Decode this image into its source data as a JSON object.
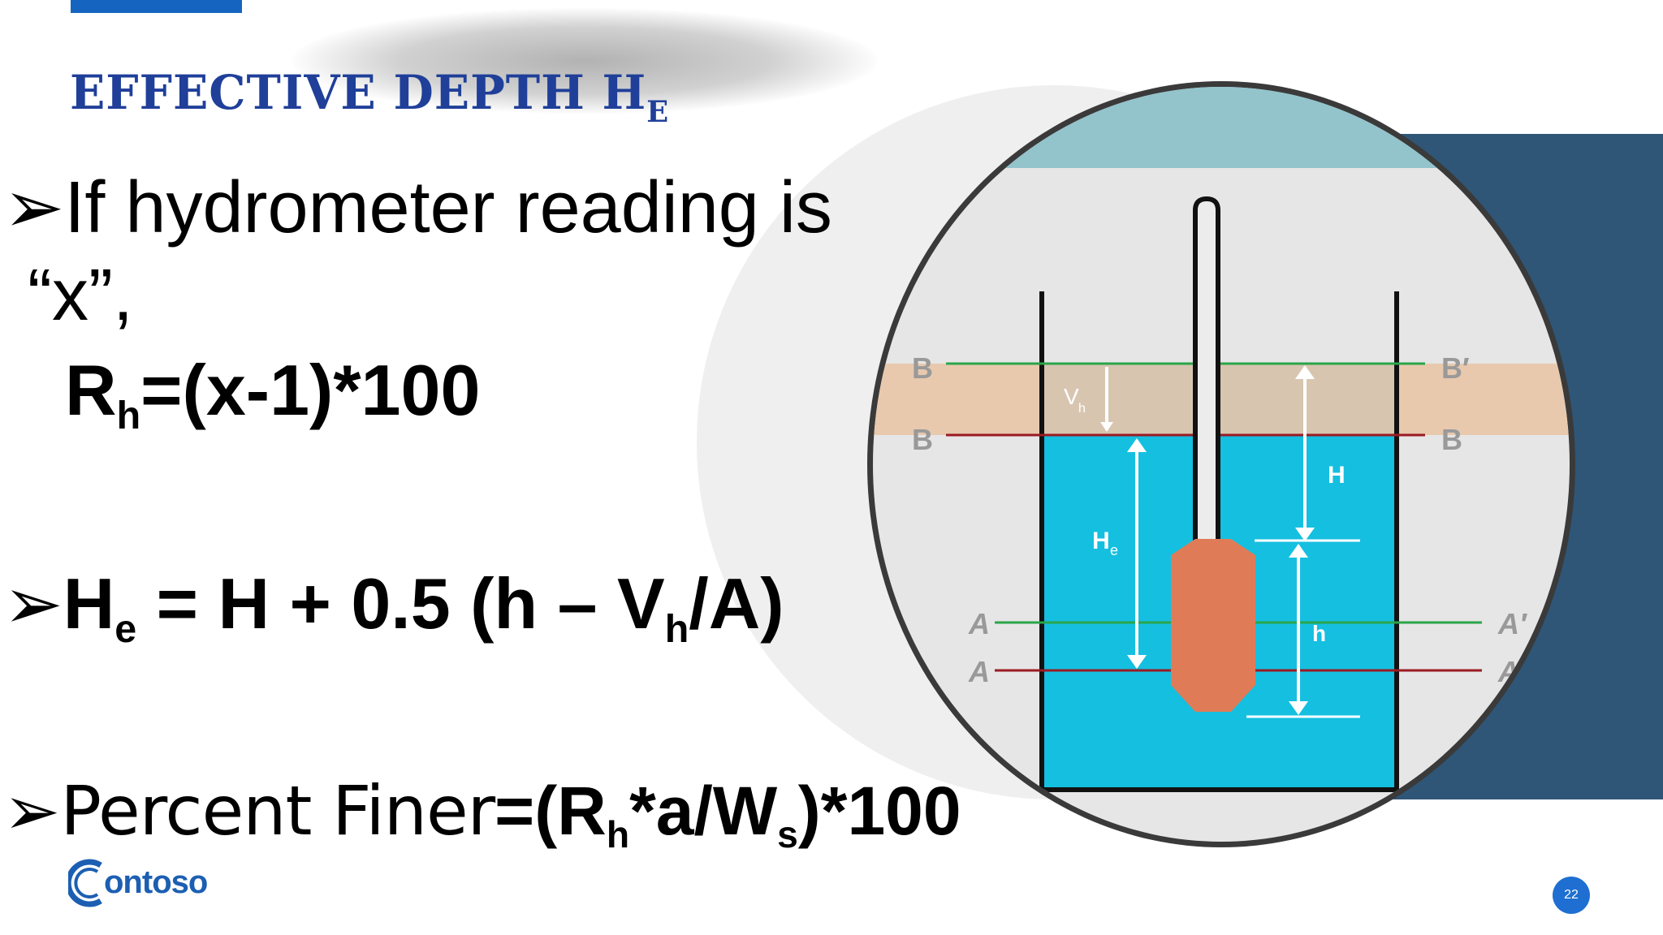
{
  "slide": {
    "title_main": "EFFECTIVE  DEPTH  H",
    "title_sub": "E",
    "page_number": "22"
  },
  "bullets": {
    "arrow": "➢",
    "b1_line1": "If hydrometer   reading is",
    "b1_line2": "“x”,",
    "rh_R": "R",
    "rh_sub": "h",
    "rh_rest": "=(x-1)*100",
    "he_H": "H",
    "he_sub": "e",
    "he_mid": " = H + 0.5 (h – V",
    "he_sub2": "h",
    "he_end": "/A)",
    "pf_label": "Percent Finer",
    "pf_a": "=(R",
    "pf_sub1": "h",
    "pf_b": "*a/W",
    "pf_sub2": "s",
    "pf_c": ")*100"
  },
  "diagram": {
    "label_B_left_top": "B",
    "label_B_right_top": "B′",
    "label_B_left_bottom": "B",
    "label_B_right_bottom": "B",
    "label_A_left_top": "A",
    "label_A_right_top": "A′",
    "label_A_left_bottom": "A",
    "label_A_right_bottom": "A",
    "label_Vh": "V",
    "label_Vh_sub": "h",
    "label_H": "H",
    "label_He": "H",
    "label_He_sub": "e",
    "label_h": "h",
    "colors": {
      "water": "#15bfe0",
      "band": "#d8c5b0",
      "bulb": "#df7c57",
      "line_green": "#2aa54a",
      "line_red": "#9a1b23",
      "top_band": "#93c3cb"
    }
  },
  "logo": {
    "text": "ontoso",
    "icon": "contoso-logo-icon"
  }
}
